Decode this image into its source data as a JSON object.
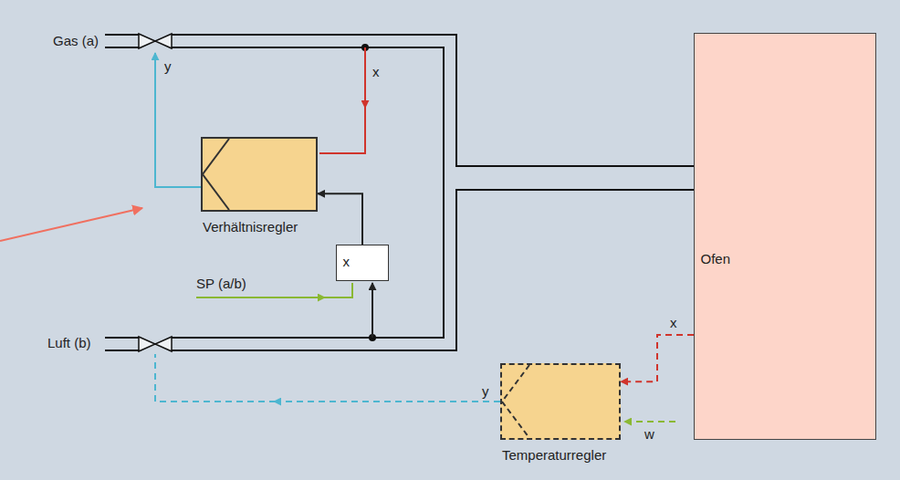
{
  "diagram": {
    "nodes": [
      {
        "text": [
          "Verhältnisregler"
        ]
      },
      {
        "text": [
          "x"
        ]
      },
      {
        "text": [
          "Ofen"
        ]
      },
      {
        "text": [
          "Temperaturregler"
        ]
      }
    ],
    "edges": [
      {
        "from": 1,
        "to": 0,
        "arrow": "to"
      },
      {
        "from": 2,
        "to": 3,
        "label": "x",
        "arrow": "to"
      }
    ],
    "labels": [
      "Gas (a)",
      "y",
      "x",
      "SP (a/b)",
      "Luft (b)",
      "y",
      "w"
    ]
  }
}
